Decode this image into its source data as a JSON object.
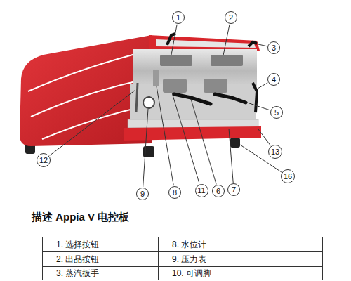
{
  "diagram": {
    "title": "描述 Appia V 电控板",
    "nodes": [
      {
        "text": [
          "1"
        ]
      },
      {
        "text": [
          "2"
        ]
      },
      {
        "text": [
          "3"
        ]
      },
      {
        "text": [
          "4"
        ]
      },
      {
        "text": [
          "5"
        ]
      },
      {
        "text": [
          "13"
        ]
      },
      {
        "text": [
          "12"
        ]
      },
      {
        "text": [
          "16"
        ]
      },
      {
        "text": [
          "9"
        ]
      },
      {
        "text": [
          "8"
        ]
      },
      {
        "text": [
          "11"
        ]
      },
      {
        "text": [
          "6"
        ]
      },
      {
        "text": [
          "7"
        ]
      }
    ],
    "edges": [],
    "labels": [
      "1. 选择按钮",
      "8. 水位计",
      "2. 出品按钮",
      "9. 压力表",
      "3. 蒸汽扳手",
      "10. 可调脚"
    ]
  }
}
